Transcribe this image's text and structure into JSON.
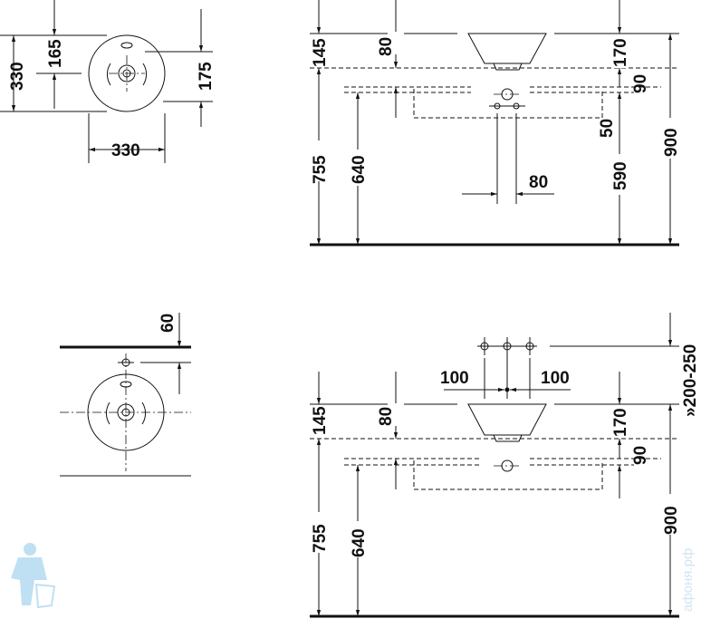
{
  "top_left": {
    "d165": "165",
    "d330v": "330",
    "d175": "175",
    "d330h": "330"
  },
  "top_right": {
    "d145": "145",
    "d80": "80",
    "d170": "170",
    "d90": "90",
    "d50": "50",
    "d755": "755",
    "d640": "640",
    "d590": "590",
    "d900": "900",
    "d80h": "80"
  },
  "bottom_left": {
    "d60": "60"
  },
  "bottom_right": {
    "d100a": "100",
    "d100b": "100",
    "d145": "145",
    "d80": "80",
    "d170": "170",
    "d90": "90",
    "d755": "755",
    "d640": "640",
    "d900": "900",
    "d200_250": "»200-250"
  },
  "watermark": {
    "text": "афоня.рф",
    "icon": "plumber-icon",
    "color": "#bfe0f2"
  }
}
